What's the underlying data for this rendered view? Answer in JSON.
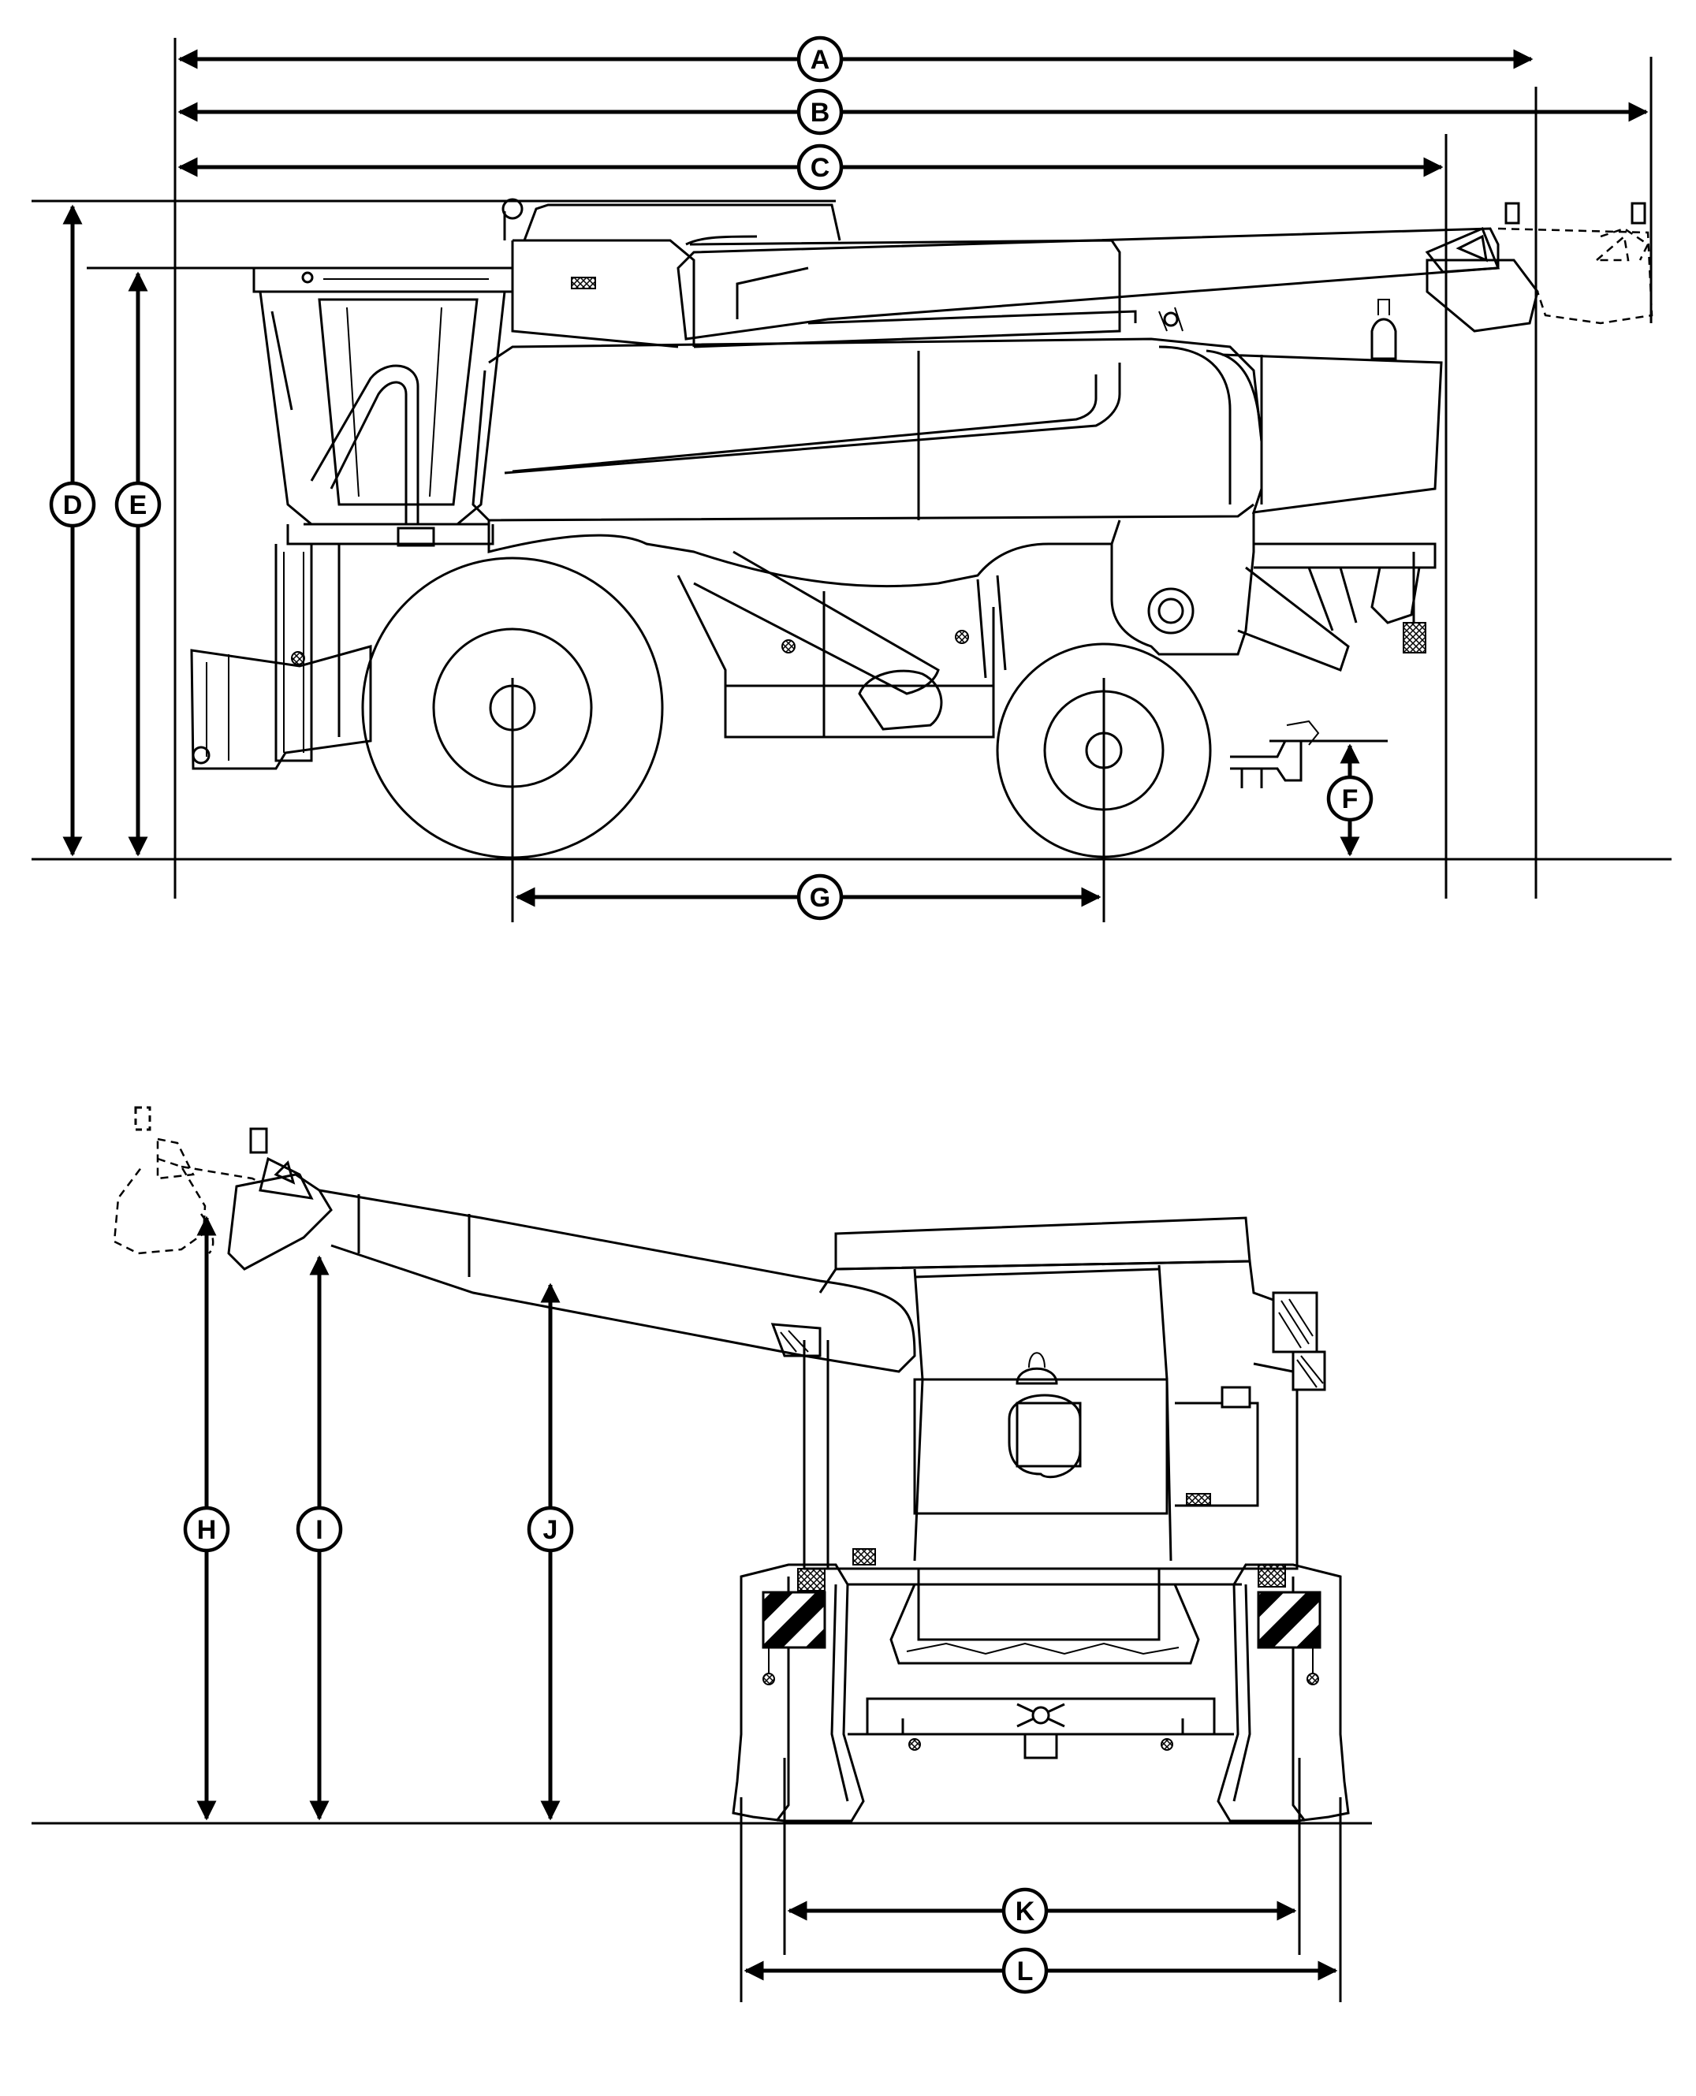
{
  "dimension_labels": {
    "A": "A",
    "B": "B",
    "C": "C",
    "D": "D",
    "E": "E",
    "F": "F",
    "G": "G",
    "H": "H",
    "I": "I",
    "J": "J",
    "K": "K",
    "L": "L"
  },
  "colors": {
    "line": "#000000",
    "background": "#ffffff"
  }
}
